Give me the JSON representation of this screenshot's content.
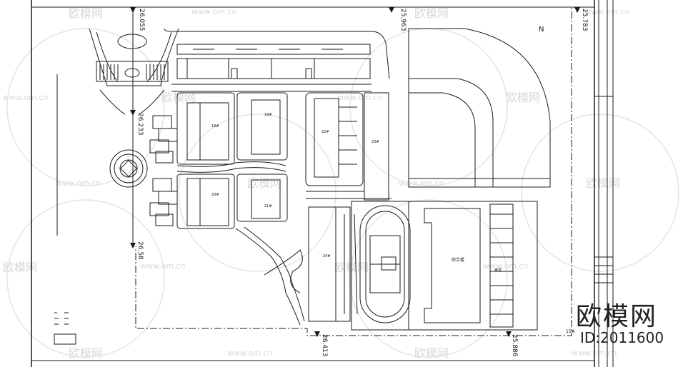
{
  "coords": {
    "c1": "26.055",
    "c2": "25.963",
    "c3": "25.783",
    "c4": "26.233",
    "c5": "26.58",
    "c6": "26.413",
    "c7": "25.886"
  },
  "north": "N",
  "building_labels": {
    "b1": "18#",
    "b2": "19#",
    "b3": "20#",
    "b4": "21#",
    "b5": "22#",
    "b6": "23#",
    "b7": "24#",
    "b8": "综合楼",
    "b9": "食堂"
  },
  "small_marks": {
    "t1": "15#"
  },
  "watermark": {
    "site": "www.om.cn",
    "brand_small": "欧模网",
    "brand_large": "欧模网",
    "id": "ID:2011600"
  },
  "colors": {
    "line": "#1a1a1a",
    "watermark": "#d8d8d8"
  }
}
